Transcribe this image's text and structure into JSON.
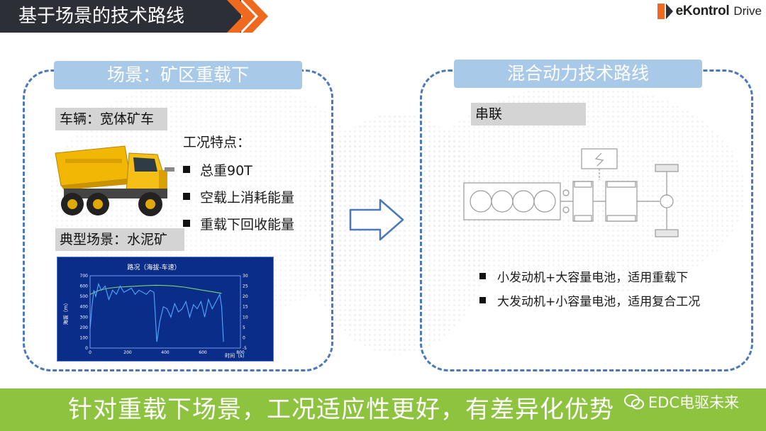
{
  "header": {
    "title": "基于场景的技术路线",
    "brand_name": "eKontrol",
    "brand_sub": "Drive"
  },
  "left_panel": {
    "label": "场景：矿区重载下",
    "vehicle_tag": "车辆：宽体矿车",
    "features_title": "工况特点：",
    "features": [
      "总重90T",
      "空载上消耗能量",
      "重载下回收能量"
    ],
    "scene_tag": "典型场景：水泥矿"
  },
  "right_panel": {
    "label": "混合动力技术路线",
    "series_tag": "串联",
    "points": [
      "小发动机+大容量电池，适用重载下",
      "大发动机+小容量电池，适用复合工况"
    ]
  },
  "footer": {
    "slogan": "针对重载下场景，工况适应性更好，有差异化优势",
    "watermark": "EDC电驱未来"
  },
  "colors": {
    "panel_border": "#4a78b8",
    "panel_label_bg": "#a9c9e8",
    "footer_bg": "#8dc33f",
    "header_bg": "#2c2f36",
    "accent_orange": "#ef6a1f",
    "chart_bg": "#0b2d8a"
  },
  "chart_data": {
    "type": "line",
    "title": "路况（海拔-车速）",
    "xlabel": "时间（s）",
    "ylabel": "海拔（m）",
    "xlim": [
      0,
      800
    ],
    "ylim": [
      0,
      700
    ],
    "y2lim": [
      -5,
      30
    ],
    "x_ticks": [
      0,
      200,
      400,
      600,
      800
    ],
    "y_ticks": [
      0,
      100,
      200,
      300,
      400,
      500,
      600,
      700
    ],
    "y2_ticks": [
      -5,
      0,
      5,
      10,
      15,
      20,
      25,
      30
    ],
    "series": [
      {
        "axis": "left",
        "color": "#7fd36b",
        "x": [
          0,
          50,
          100,
          150,
          200,
          250,
          300,
          350,
          400,
          450,
          500,
          550,
          600,
          650,
          700
        ],
        "y": [
          520,
          560,
          580,
          590,
          595,
          600,
          605,
          608,
          606,
          600,
          590,
          575,
          560,
          545,
          530
        ]
      },
      {
        "axis": "left",
        "color": "#4fa9ff",
        "x": [
          0,
          10,
          20,
          30,
          45,
          60,
          80,
          100,
          120,
          140,
          160,
          180,
          200,
          220,
          240,
          260,
          280,
          300,
          320,
          340,
          355,
          370,
          390,
          410,
          430,
          450,
          470,
          490,
          510,
          530,
          550,
          570,
          590,
          610,
          630,
          650,
          670,
          690,
          700,
          710
        ],
        "y": [
          180,
          400,
          560,
          500,
          620,
          560,
          600,
          470,
          560,
          520,
          600,
          540,
          560,
          580,
          520,
          560,
          540,
          520,
          560,
          540,
          60,
          250,
          400,
          380,
          300,
          430,
          350,
          380,
          450,
          300,
          420,
          380,
          450,
          300,
          470,
          380,
          450,
          520,
          400,
          60
        ]
      }
    ]
  }
}
